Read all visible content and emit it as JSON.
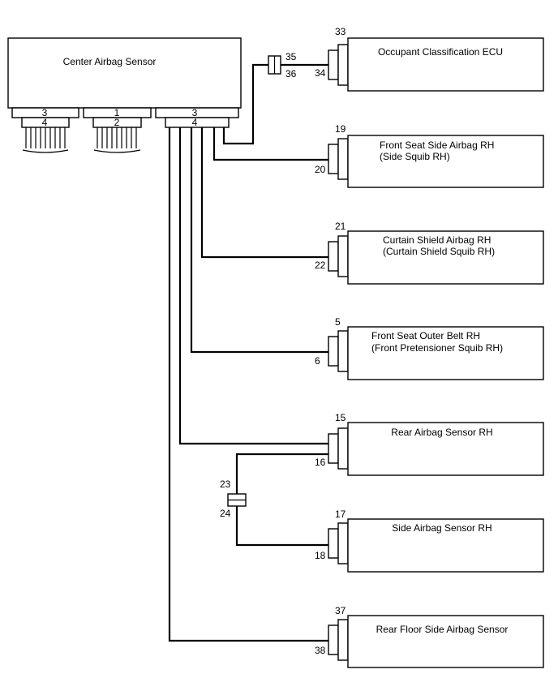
{
  "center": {
    "title": "Center Airbag Sensor",
    "connectors": [
      {
        "top": "3",
        "bottom": "4"
      },
      {
        "top": "1",
        "bottom": "2"
      },
      {
        "top": "3",
        "bottom": "4"
      }
    ]
  },
  "splice_top": {
    "a": "35",
    "b": "36"
  },
  "splice_mid": {
    "a": "23",
    "b": "24"
  },
  "devices": [
    {
      "name1": "Occupant Classification ECU",
      "name2": "",
      "pin_top": "33",
      "pin_bottom": "34"
    },
    {
      "name1": "Front Seat Side Airbag RH",
      "name2": "(Side Squib RH)",
      "pin_top": "19",
      "pin_bottom": "20"
    },
    {
      "name1": "Curtain Shield Airbag RH",
      "name2": "(Curtain Shield Squib RH)",
      "pin_top": "21",
      "pin_bottom": "22"
    },
    {
      "name1": "Front Seat Outer Belt RH",
      "name2": "(Front Pretensioner Squib RH)",
      "pin_top": "5",
      "pin_bottom": "6"
    },
    {
      "name1": "Rear Airbag Sensor RH",
      "name2": "",
      "pin_top": "15",
      "pin_bottom": "16"
    },
    {
      "name1": "Side Airbag Sensor RH",
      "name2": "",
      "pin_top": "17",
      "pin_bottom": "18"
    },
    {
      "name1": "Rear Floor Side Airbag Sensor",
      "name2": "",
      "pin_top": "37",
      "pin_bottom": "38"
    }
  ]
}
